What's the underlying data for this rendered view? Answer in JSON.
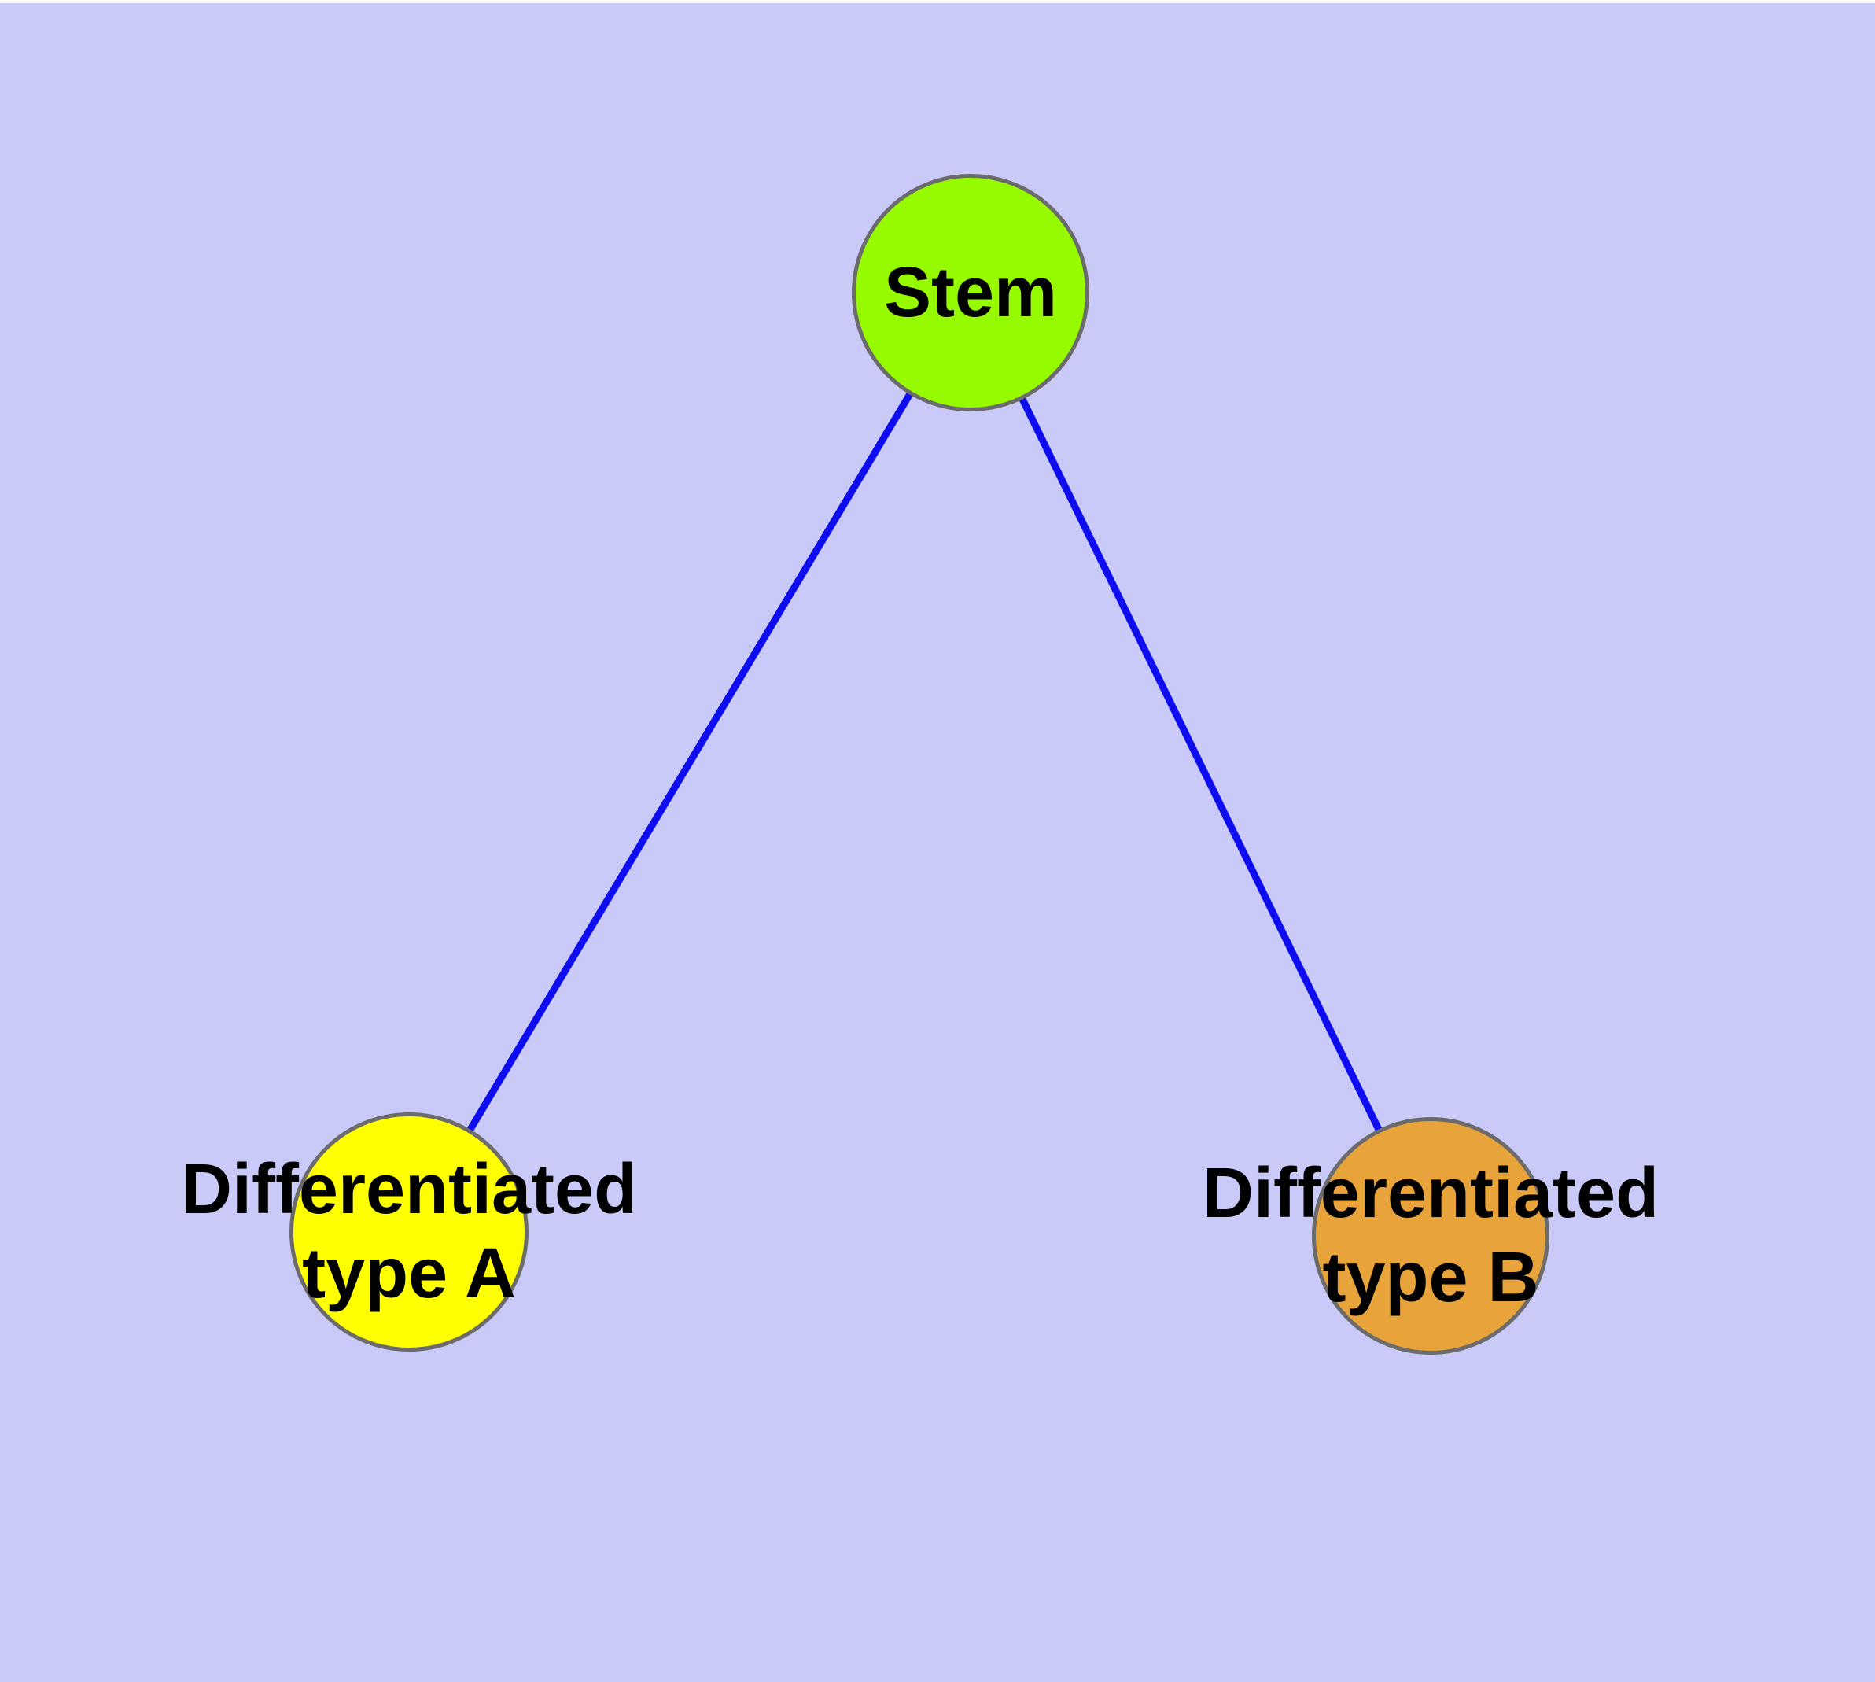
{
  "diagram": {
    "background_color": "#CACAF8",
    "top_margin_color": "#FFFFFF",
    "edge_color": "#0D0DEF",
    "node_border_color": "#6B6B6B",
    "label_color": "#000000",
    "nodes": [
      {
        "id": "stem",
        "lines": [
          "Stem"
        ],
        "fill": "#97FB00"
      },
      {
        "id": "type-a",
        "lines": [
          "Differentiated",
          "type A"
        ],
        "fill": "#FFFF00"
      },
      {
        "id": "type-b",
        "lines": [
          "Differentiated",
          "type B"
        ],
        "fill": "#E8A33B"
      }
    ],
    "edges": [
      {
        "from": "Stem",
        "to": "Differentiated type A"
      },
      {
        "from": "Stem",
        "to": "Differentiated type B"
      }
    ]
  }
}
